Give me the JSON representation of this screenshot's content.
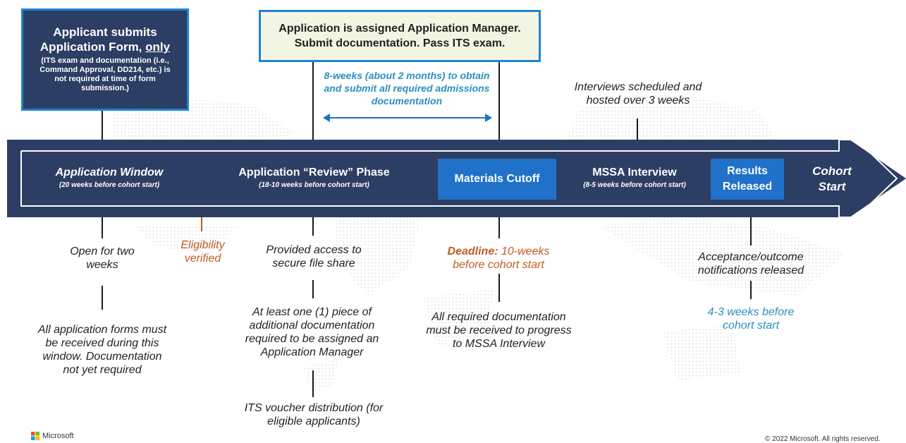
{
  "top_boxes": {
    "applicant_title": "Applicant submits Application Form,",
    "applicant_only": "only",
    "applicant_note": "(ITS exam and documentation (i.e., Command Approval, DD214, etc.) is not required at time of form submission.)",
    "manager_line1": "Application is assigned Application Manager.",
    "manager_line2": "Submit documentation. Pass ITS exam."
  },
  "upper_notes": {
    "eight_weeks": "8-weeks (about 2 months) to obtain and submit all required admissions documentation",
    "interviews": "Interviews scheduled and hosted over 3 weeks"
  },
  "phases": {
    "application_window": "Application Window",
    "application_window_sub": "(20 weeks before cohort start)",
    "review_phase": "Application “Review” Phase",
    "review_phase_sub": "(18-10  weeks before cohort start)",
    "materials_cutoff": "Materials Cutoff",
    "interview": "MSSA Interview",
    "interview_sub": "(8-5 weeks before cohort start)",
    "results_line1": "Results",
    "results_line2": "Released",
    "cohort_line1": "Cohort",
    "cohort_line2": "Start"
  },
  "lower_notes": {
    "open_two_weeks": "Open for two weeks",
    "all_forms": "All application forms must be received during this window. Documentation not yet required",
    "eligibility": "Eligibility verified",
    "file_share": "Provided access to secure file share",
    "at_least_one": "At least one (1) piece of additional documentation required to be assigned an Application Manager",
    "its_voucher": "ITS voucher distribution (for eligible applicants)",
    "deadline_label": "Deadline:",
    "deadline_text": " 10-weeks before cohort start",
    "all_required": "All required documentation must be received to progress to MSSA Interview",
    "acceptance": "Acceptance/outcome notifications released",
    "four_three": "4-3 weeks before cohort start"
  },
  "footer": {
    "brand": "Microsoft",
    "copyright": "© 2022 Microsoft. All rights reserved."
  },
  "colors": {
    "bar": "#2c3e63",
    "accent_blue": "#1d84d4",
    "box_blue": "#1f71c9",
    "orange": "#c05a23",
    "teal_text": "#2a8fbf"
  }
}
